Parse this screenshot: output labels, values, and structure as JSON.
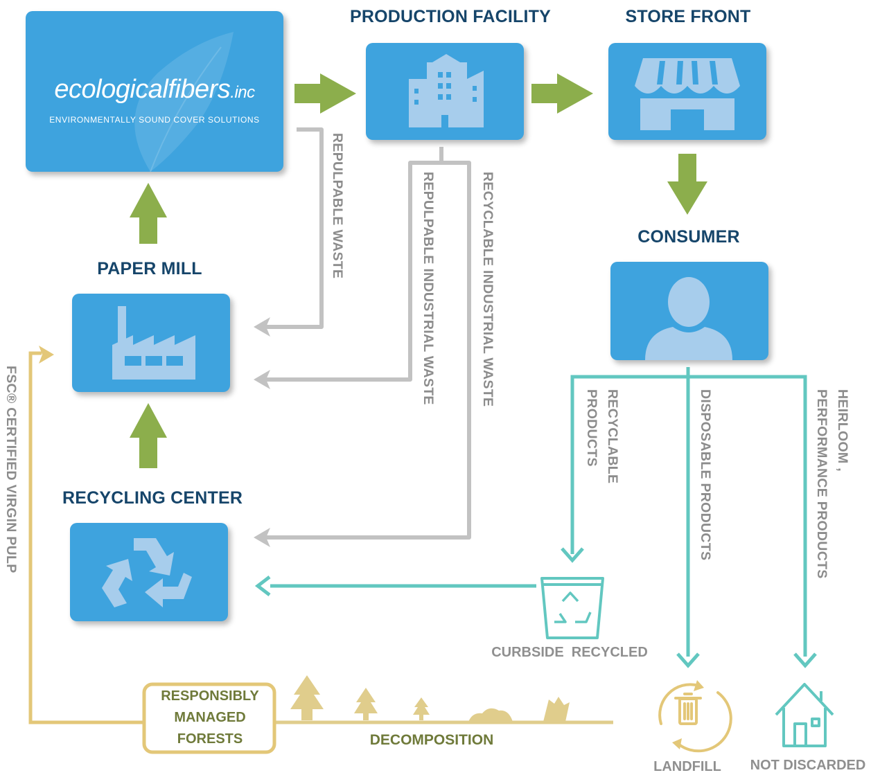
{
  "brand": {
    "name": "ecologicalfibers",
    "suffix": ".inc",
    "tagline": "ENVIRONMENTALLY SOUND COVER SOLUTIONS"
  },
  "nodes": {
    "production_facility": "PRODUCTION FACILITY",
    "store_front": "STORE FRONT",
    "consumer": "CONSUMER",
    "paper_mill": "PAPER MILL",
    "recycling_center": "RECYCLING CENTER"
  },
  "flows": {
    "repulpable_waste": "REPULPABLE WASTE",
    "repulpable_industrial_waste": "REPULPABLE INDUSTRIAL WASTE",
    "recyclable_industrial_waste": "RECYCLABLE INDUSTRIAL WASTE",
    "recyclable_products_1": "RECYCLABLE",
    "recyclable_products_2": "PRODUCTS",
    "disposable_products": "DISPOSABLE PRODUCTS",
    "heirloom_1": "HEIRLOOM ,",
    "heirloom_2": "PERFORMANCE PRODUCTS",
    "fsc_pulp": "FSC® CERTIFIED VIRGIN PULP"
  },
  "endpoints": {
    "curbside": "CURBSIDE  RECYCLED",
    "landfill": "LANDFILL",
    "not_discarded": "NOT DISCARDED",
    "decomposition": "DECOMPOSITION",
    "forests_1": "RESPONSIBLY",
    "forests_2": "MANAGED",
    "forests_3": "FORESTS"
  },
  "colors": {
    "box_blue": "#3ea3de",
    "icon_blue": "#a7cdec",
    "title_navy": "#16456a",
    "arrow_green": "#8cae4c",
    "waste_gray": "#c2c2c2",
    "teal": "#62c7c0",
    "gold": "#e3c778",
    "forest_gold": "#e0cd8c",
    "forest_text": "#6f7a3a"
  }
}
